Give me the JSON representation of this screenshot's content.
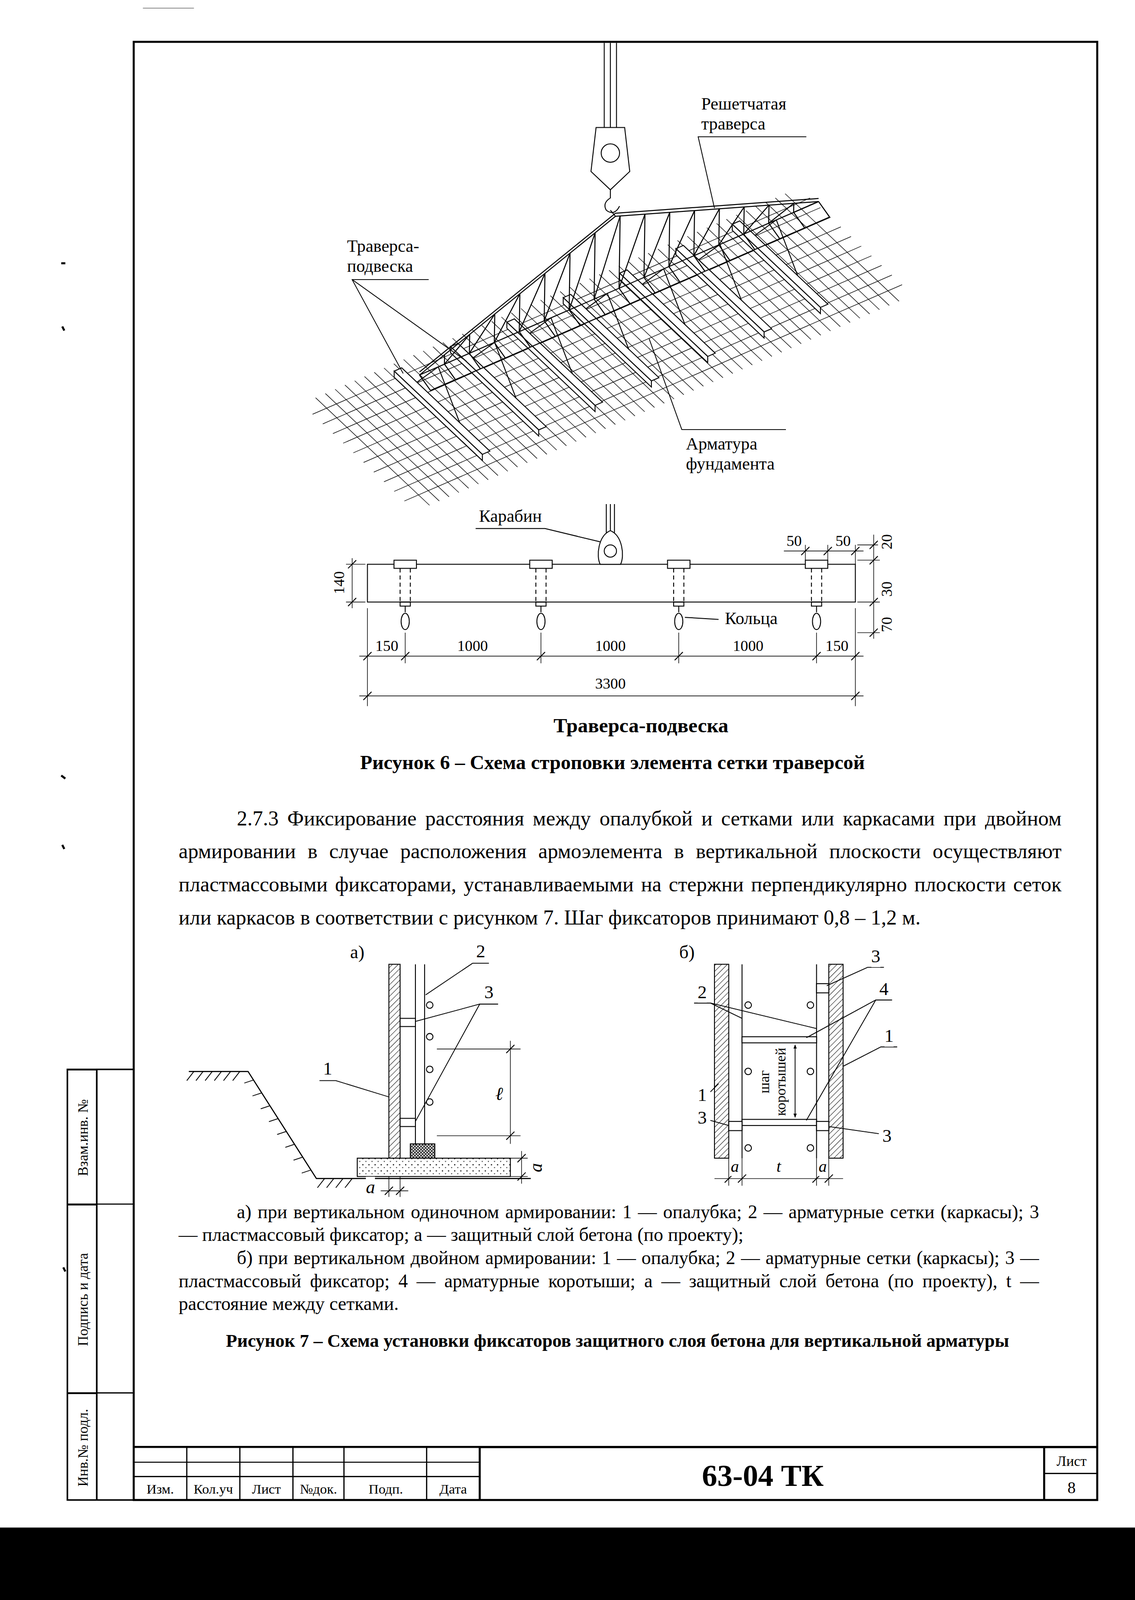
{
  "diagram": {
    "nodes": [
      {
        "text": [
          "Взам.инв. №"
        ]
      },
      {
        "text": [
          "Подпись и дата"
        ]
      },
      {
        "text": [
          "Инв.№ подл."
        ]
      },
      {
        "text": [
          "63-04 ТК"
        ]
      },
      {
        "text": [
          "Лист",
          "8"
        ]
      }
    ],
    "labels": [
      "Решетчатая траверса",
      "Траверса-подвеска",
      "Арматура фундамента",
      "Карабин",
      "50",
      "50",
      "20",
      "140",
      "30",
      "Кольца",
      "70",
      "150",
      "1000",
      "1000",
      "1000",
      "150",
      "3300",
      "Траверса-подвеска",
      "Рисунок 6 – Схема строповки элемента сетки траверсой",
      "2.7.3 Фиксирование расстояния между опалубкой и сетками или каркасами при двойном армировании в случае расположения армоэлемента в вертикальной плоскости осуществляют пластмассовыми фиксаторами, устанавливаемыми на стержни перпендикулярно плоскости сеток или каркасов в соответствии с рисунком 7. Шаг фиксаторов принимают 0,8 – 1,2 м.",
      "а)",
      "2",
      "3",
      "1",
      "ℓ",
      "a",
      "a",
      "б)",
      "3",
      "2",
      "4",
      "1",
      "шаг коротышей",
      "1",
      "3",
      "3",
      "a",
      "t",
      "a",
      "а) при вертикальном одиночном армировании: 1 — опалубка; 2 — арматурные сетки (каркасы); 3 — пластмассовый фиксатор; a — защитный слой бетона (по проекту);",
      "б) при вертикальном двойном армировании: 1 — опалубка; 2 — арматурные сетки (каркасы); 3 — пластмассовый фиксатор; 4 — арматурные коротыши; a — защитный слой бетона (по проекту), t — расстояние между сетками.",
      "Рисунок 7 – Схема установки фиксаторов защитного слоя бетона для вертикальной арматуры",
      "Изм.",
      "Кол.уч",
      "Лист",
      "№док.",
      "Подп.",
      "Дата"
    ]
  }
}
